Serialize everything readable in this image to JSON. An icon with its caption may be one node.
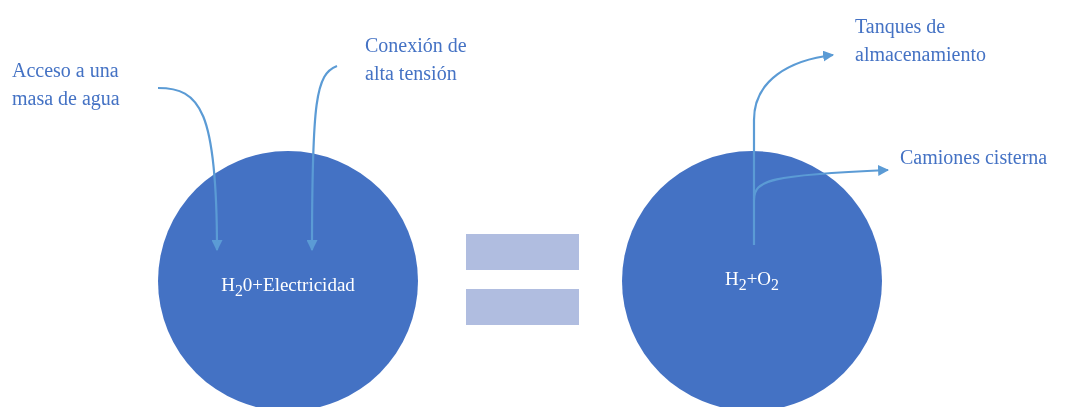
{
  "diagram": {
    "nodes": [
      {
        "text": [
          "Acceso a una masa de agua"
        ]
      },
      {
        "text": [
          "Conexión de alta tensión"
        ]
      },
      {
        "text": [
          "H$_{2}$0+Electricidad"
        ]
      },
      {
        "text": [
          "H$_{2}$+O$_{2}$"
        ]
      },
      {
        "text": [
          "Tanques de almacenamiento"
        ]
      },
      {
        "text": [
          "Camiones cisterna"
        ]
      }
    ],
    "edges": [
      {
        "from": 0,
        "to": 2,
        "arrow": "to"
      },
      {
        "from": 1,
        "to": 2,
        "arrow": "to"
      },
      {
        "from": 3,
        "to": 4,
        "arrow": "to"
      },
      {
        "from": 3,
        "to": 5,
        "arrow": "to"
      }
    ]
  }
}
